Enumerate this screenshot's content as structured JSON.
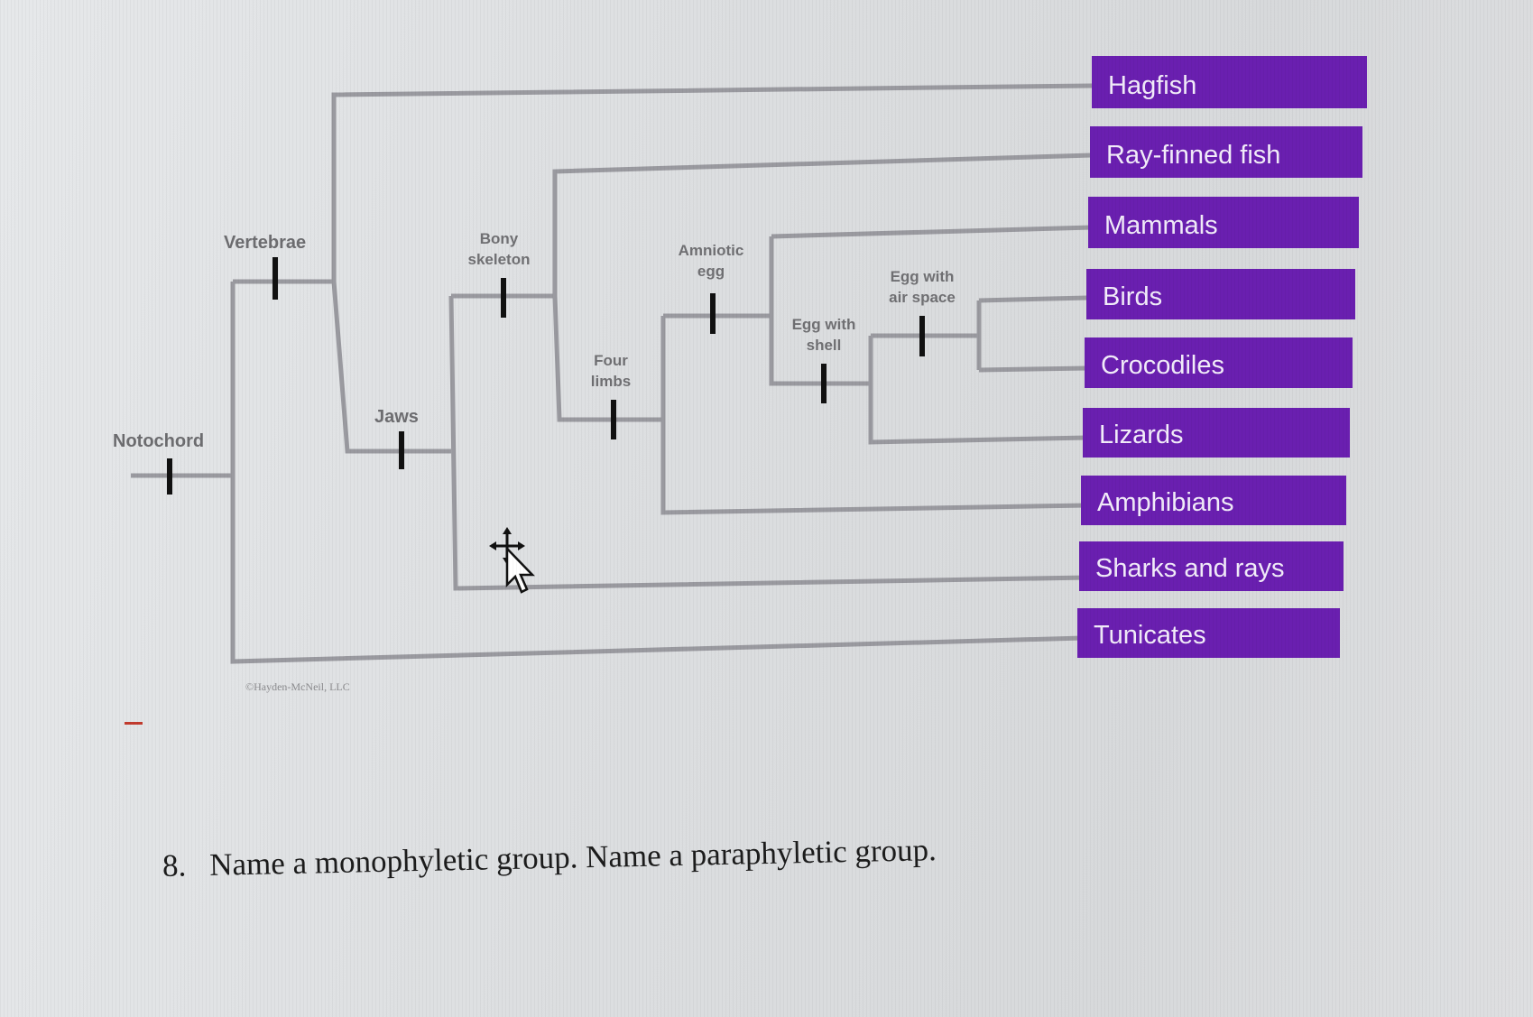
{
  "traits": {
    "notochord": "Notochord",
    "vertebrae": "Vertebrae",
    "jaws": "Jaws",
    "bony_skeleton": [
      "Bony",
      "skeleton"
    ],
    "four_limbs": [
      "Four",
      "limbs"
    ],
    "amniotic_egg": [
      "Amniotic",
      "egg"
    ],
    "egg_with_shell": [
      "Egg with",
      "shell"
    ],
    "egg_with_air_space": [
      "Egg with",
      "air space"
    ]
  },
  "taxa": [
    "Hagfish",
    "Ray-finned fish",
    "Mammals",
    "Birds",
    "Crocodiles",
    "Lizards",
    "Amphibians",
    "Sharks and rays",
    "Tunicates"
  ],
  "credit": "©Hayden-McNeil, LLC",
  "question": {
    "number": "8.",
    "text": "Name a monophyletic group. Name a paraphyletic group."
  },
  "colors": {
    "taxon_box": "#6a1fb0",
    "branch": "#9a9aa0",
    "background": "#dfe1e3"
  },
  "icons": [
    "move-cursor-icon"
  ]
}
